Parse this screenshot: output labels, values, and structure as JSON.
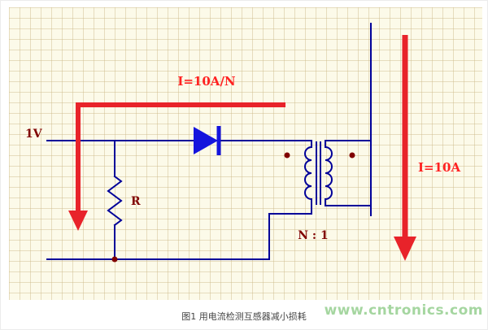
{
  "colors": {
    "wire": "#000099",
    "diode": "#1414dd",
    "arrow": "#e8232a",
    "red_label": "#ff2222",
    "maroon_label": "#800000",
    "watermark": "#a5d6a0",
    "caption": "#444444",
    "grid_bg": "#fcfae9",
    "grid_line": "#e6d9b8"
  },
  "schematic": {
    "source_label": "1V",
    "resistor_label": "R",
    "turns_ratio_label": "N : 1",
    "secondary_current_label": "I=10A/N",
    "primary_current_label": "I=10A"
  },
  "caption": "图1 用电流检测互感器减小损耗",
  "watermark": "www.cntronics.com"
}
